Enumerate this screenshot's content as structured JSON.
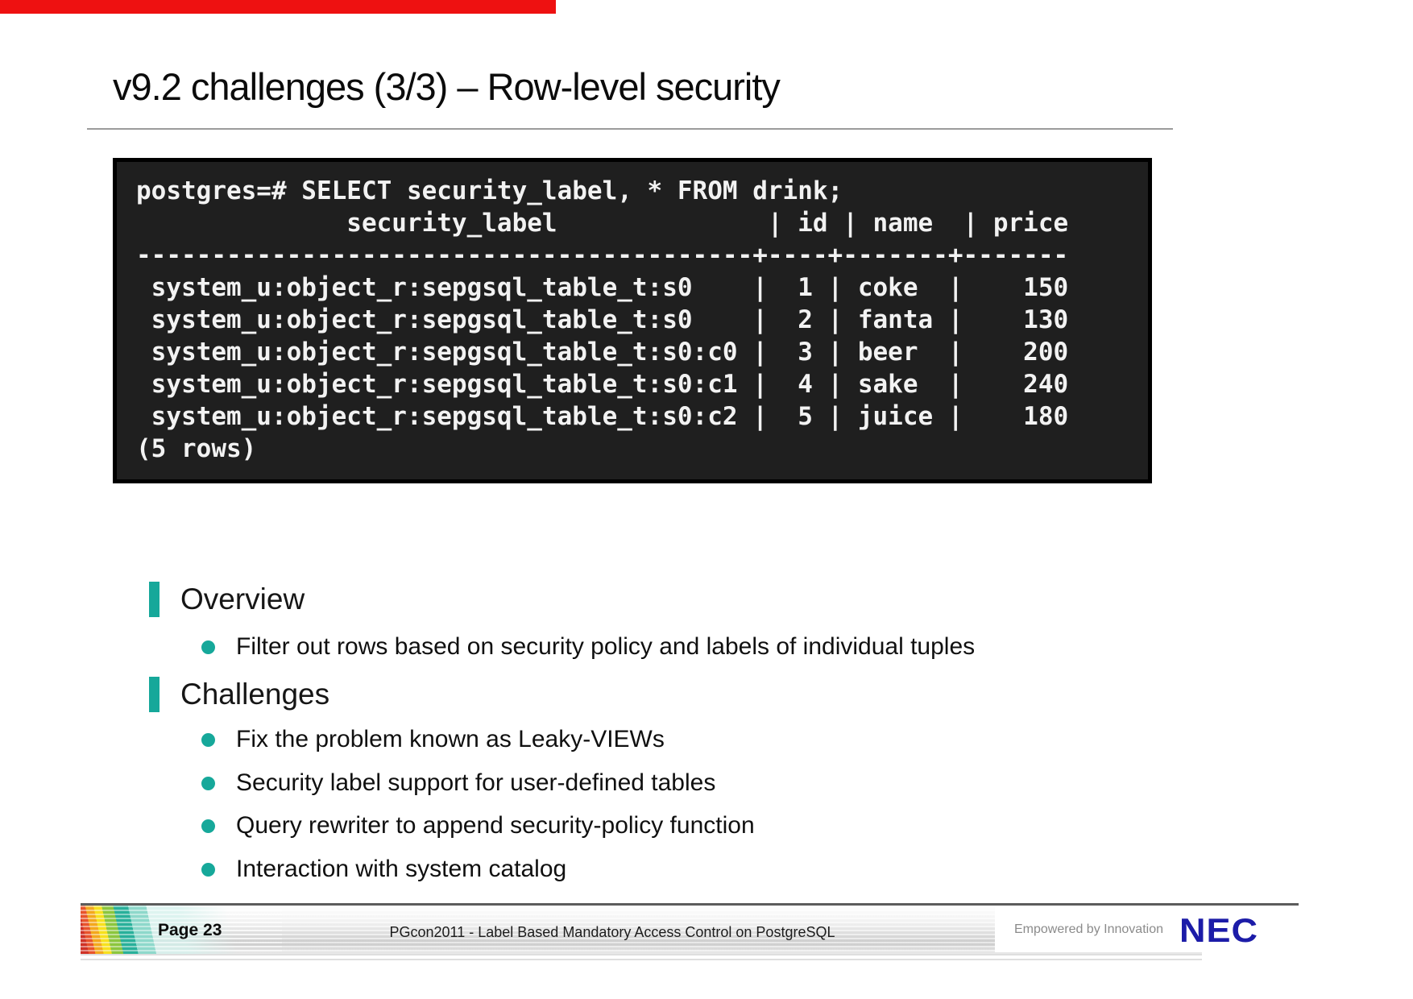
{
  "slide": {
    "title": "v9.2 challenges (3/3) – Row-level security"
  },
  "terminal": {
    "lines": [
      "postgres=# SELECT security_label, * FROM drink;",
      "              security_label              | id | name  | price",
      "-----------------------------------------+----+-------+-------",
      " system_u:object_r:sepgsql_table_t:s0    |  1 | coke  |    150",
      " system_u:object_r:sepgsql_table_t:s0    |  2 | fanta |    130",
      " system_u:object_r:sepgsql_table_t:s0:c0 |  3 | beer  |    200",
      " system_u:object_r:sepgsql_table_t:s0:c1 |  4 | sake  |    240",
      " system_u:object_r:sepgsql_table_t:s0:c2 |  5 | juice |    180",
      "(5 rows)"
    ],
    "table": {
      "columns": [
        "security_label",
        "id",
        "name",
        "price"
      ],
      "rows": [
        [
          "system_u:object_r:sepgsql_table_t:s0",
          "1",
          "coke",
          "150"
        ],
        [
          "system_u:object_r:sepgsql_table_t:s0",
          "2",
          "fanta",
          "130"
        ],
        [
          "system_u:object_r:sepgsql_table_t:s0:c0",
          "3",
          "beer",
          "200"
        ],
        [
          "system_u:object_r:sepgsql_table_t:s0:c1",
          "4",
          "sake",
          "240"
        ],
        [
          "system_u:object_r:sepgsql_table_t:s0:c2",
          "5",
          "juice",
          "180"
        ]
      ],
      "row_count_label": "(5 rows)"
    }
  },
  "sections": [
    {
      "heading": "Overview",
      "bullets": [
        "Filter out rows based on security policy and labels of individual tuples"
      ]
    },
    {
      "heading": "Challenges",
      "bullets": [
        "Fix the problem known as Leaky-VIEWs",
        "Security label support for user-defined tables",
        "Query rewriter to append security-policy function",
        "Interaction with system catalog"
      ]
    }
  ],
  "footer": {
    "page_label": "Page 23",
    "center_text": "PGcon2011 - Label Based Mandatory Access Control on PostgreSQL",
    "tagline": "Empowered by Innovation",
    "logo_text": "NEC"
  },
  "colors": {
    "accent_teal": "#16a89a",
    "top_bar_red": "#ee1111",
    "terminal_bg": "#1f1f1f",
    "nec_blue": "#1c1ca8"
  }
}
